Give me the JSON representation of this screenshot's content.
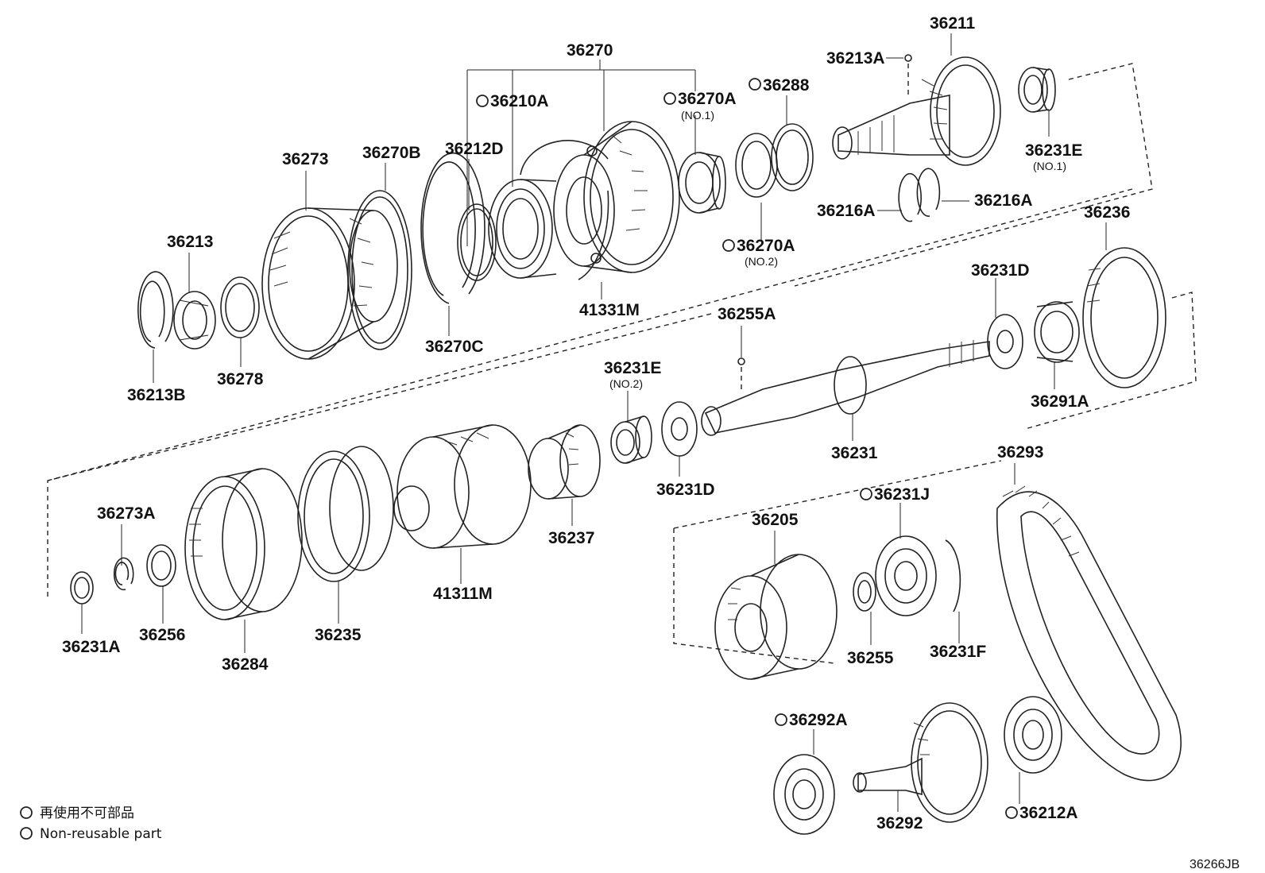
{
  "parts": [
    {
      "id": "36211",
      "label": "36211"
    },
    {
      "id": "36213A",
      "label": "36213A"
    },
    {
      "id": "36270",
      "label": "36270"
    },
    {
      "id": "36210A",
      "label": "36210A",
      "nonreusable": true
    },
    {
      "id": "36270A-1",
      "label": "36270A",
      "sub": "(NO.1)",
      "nonreusable": true
    },
    {
      "id": "36288",
      "label": "36288",
      "nonreusable": true
    },
    {
      "id": "36231E-1",
      "label": "36231E",
      "sub": "(NO.1)"
    },
    {
      "id": "36212D",
      "label": "36212D"
    },
    {
      "id": "36273",
      "label": "36273"
    },
    {
      "id": "36270B",
      "label": "36270B"
    },
    {
      "id": "36216A-l",
      "label": "36216A"
    },
    {
      "id": "36216A-r",
      "label": "36216A"
    },
    {
      "id": "36236",
      "label": "36236"
    },
    {
      "id": "36213",
      "label": "36213"
    },
    {
      "id": "36270A-2",
      "label": "36270A",
      "sub": "(NO.2)",
      "nonreusable": true
    },
    {
      "id": "41331M",
      "label": "41331M"
    },
    {
      "id": "36231D-t",
      "label": "36231D"
    },
    {
      "id": "36255A",
      "label": "36255A"
    },
    {
      "id": "36270C",
      "label": "36270C"
    },
    {
      "id": "36213B",
      "label": "36213B"
    },
    {
      "id": "36278",
      "label": "36278"
    },
    {
      "id": "36231E-2",
      "label": "36231E",
      "sub": "(NO.2)"
    },
    {
      "id": "36291A",
      "label": "36291A"
    },
    {
      "id": "36231",
      "label": "36231"
    },
    {
      "id": "36293",
      "label": "36293"
    },
    {
      "id": "36231D-b",
      "label": "36231D"
    },
    {
      "id": "36231J",
      "label": "36231J",
      "nonreusable": true
    },
    {
      "id": "36273A",
      "label": "36273A"
    },
    {
      "id": "36205",
      "label": "36205"
    },
    {
      "id": "36237",
      "label": "36237"
    },
    {
      "id": "41311M",
      "label": "41311M"
    },
    {
      "id": "36231A",
      "label": "36231A"
    },
    {
      "id": "36256",
      "label": "36256"
    },
    {
      "id": "36235",
      "label": "36235"
    },
    {
      "id": "36255",
      "label": "36255"
    },
    {
      "id": "36231F",
      "label": "36231F"
    },
    {
      "id": "36284",
      "label": "36284"
    },
    {
      "id": "36292A",
      "label": "36292A",
      "nonreusable": true
    },
    {
      "id": "36212A",
      "label": "36212A",
      "nonreusable": true
    },
    {
      "id": "36292",
      "label": "36292"
    }
  ],
  "legend": {
    "japanese": "再使用不可部品",
    "english": "Non-reusable part"
  },
  "diagram_code": "36266JB"
}
